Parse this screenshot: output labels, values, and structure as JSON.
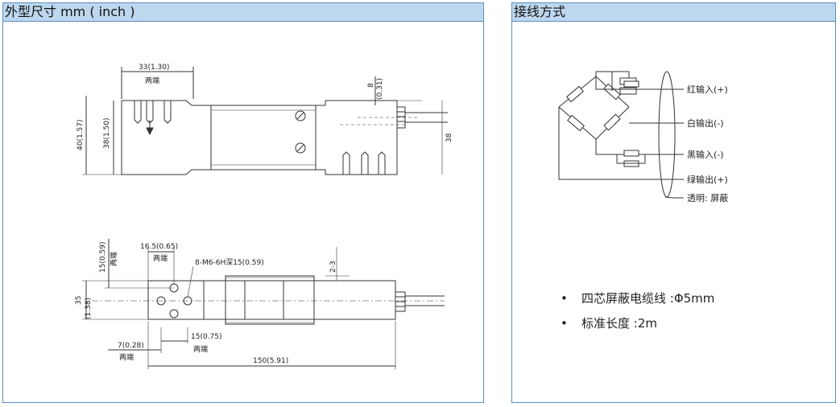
{
  "dimensions_panel": {
    "title": "外型尺寸 mm ( inch )",
    "top_view": {
      "width_end": "33(1.30)",
      "both_ends": "两端",
      "gap": "8",
      "gap_inch": "(0.31)",
      "height_outer": "40(1.57)",
      "height_inner": "38(1.50)",
      "right_height": "38"
    },
    "bottom_view": {
      "offset_top": "16.5(0.65)",
      "both_ends_1": "两端",
      "thread": "8-M6-6H深15(0.59)",
      "offset_left": "15(0.59)",
      "both_ends_v": "两端",
      "tolerance": "2-3",
      "width": "35",
      "width_inch": "(1.38)",
      "hole_spacing": "15(0.75)",
      "both_ends_2": "两端",
      "edge": "7(0.28)",
      "both_ends_3": "两端",
      "length": "150(5.91)"
    }
  },
  "wiring_panel": {
    "title": "接线方式",
    "wires": [
      {
        "label": "红输入(+)"
      },
      {
        "label": "白输出(-)"
      },
      {
        "label": "黑输入(-)"
      },
      {
        "label": "绿输出(+)"
      },
      {
        "label": "透明: 屏蔽"
      }
    ],
    "specs": [
      {
        "bullet": "•",
        "text": "四芯屏蔽电缆线 :Φ5mm"
      },
      {
        "bullet": "•",
        "text": "标准长度 :2m"
      }
    ]
  }
}
